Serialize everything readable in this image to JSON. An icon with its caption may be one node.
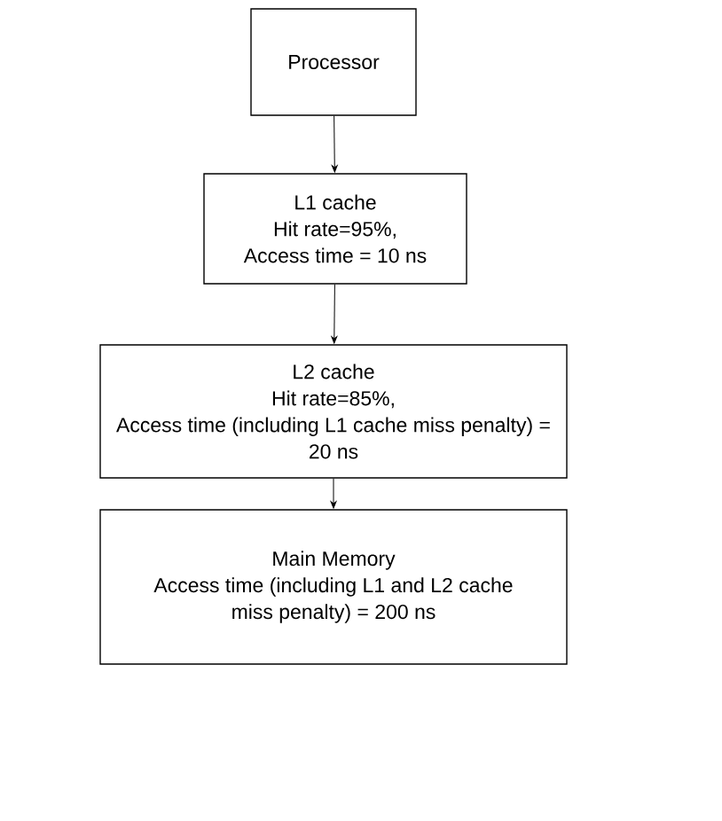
{
  "diagram": {
    "nodes": [
      {
        "text": [
          "Processor"
        ]
      },
      {
        "text": [
          "L1 cache",
          "Hit rate=95%,",
          "Access time = 10 ns"
        ]
      },
      {
        "text": [
          "L2 cache",
          "Hit rate=85%,",
          "Access time (including L1 cache miss penalty) = 20 ns"
        ]
      },
      {
        "text": [
          "Main Memory",
          "Access time (including L1 and L2 cache miss penalty) = 200 ns"
        ]
      }
    ],
    "edges": [
      {
        "from": 0,
        "to": 1,
        "arrow": "to"
      },
      {
        "from": 1,
        "to": 2,
        "arrow": "to"
      },
      {
        "from": 2,
        "to": 3,
        "arrow": "to"
      }
    ]
  }
}
